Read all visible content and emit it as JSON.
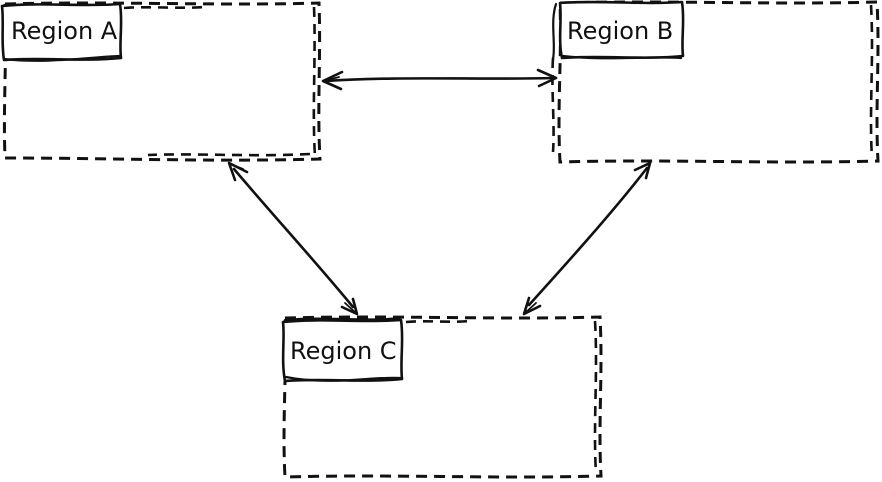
{
  "diagram": {
    "colors": {
      "ink": "#111111",
      "background": "#ffffff"
    },
    "regions": [
      {
        "label": "Region A"
      },
      {
        "label": "Region B"
      },
      {
        "label": "Region C"
      }
    ],
    "connections": [
      {
        "from": "Region A",
        "to": "Region B",
        "direction": "bidirectional"
      },
      {
        "from": "Region A",
        "to": "Region C",
        "direction": "bidirectional"
      },
      {
        "from": "Region B",
        "to": "Region C",
        "direction": "bidirectional"
      }
    ]
  }
}
